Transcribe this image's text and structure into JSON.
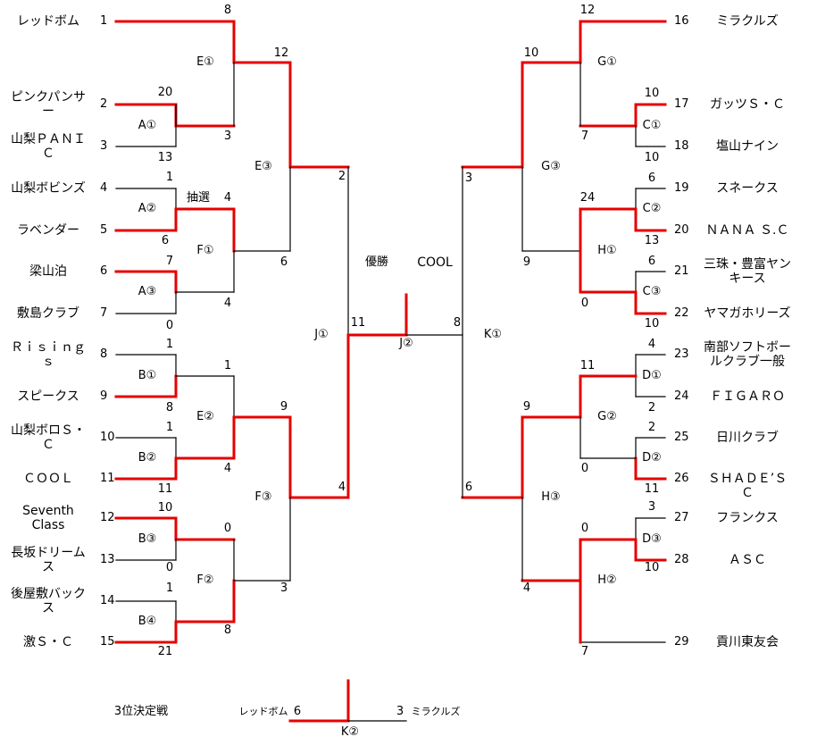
{
  "left_teams": [
    {
      "seed": "1",
      "name": "レッドボム"
    },
    {
      "seed": "2",
      "name": "ピンクパンサー"
    },
    {
      "seed": "3",
      "name": "山梨ＰＡＮＩＣ"
    },
    {
      "seed": "4",
      "name": "山梨ボビンズ"
    },
    {
      "seed": "5",
      "name": "ラベンダー"
    },
    {
      "seed": "6",
      "name": "梁山泊"
    },
    {
      "seed": "7",
      "name": "敷島クラブ"
    },
    {
      "seed": "8",
      "name": "Ｒｉｓｉｎｇｓ"
    },
    {
      "seed": "9",
      "name": "スピークス"
    },
    {
      "seed": "10",
      "name": "山梨ボロＳ・Ｃ"
    },
    {
      "seed": "11",
      "name": "ＣＯＯＬ"
    },
    {
      "seed": "12",
      "name": "Seventh Class"
    },
    {
      "seed": "13",
      "name": "長坂ドリームス"
    },
    {
      "seed": "14",
      "name": "後屋敷バックス"
    },
    {
      "seed": "15",
      "name": "激Ｓ・Ｃ"
    }
  ],
  "right_teams": [
    {
      "seed": "16",
      "name": "ミラクルズ"
    },
    {
      "seed": "17",
      "name": "ガッツＳ・Ｃ"
    },
    {
      "seed": "18",
      "name": "塩山ナイン"
    },
    {
      "seed": "19",
      "name": "スネークス"
    },
    {
      "seed": "20",
      "name": "ＮＡＮＡ Ｓ.Ｃ"
    },
    {
      "seed": "21",
      "name": "三珠・豊富ヤンキース"
    },
    {
      "seed": "22",
      "name": "ヤマガホリーズ"
    },
    {
      "seed": "23",
      "name": "南部ソフトボールクラブ一般"
    },
    {
      "seed": "24",
      "name": "ＦＩＧＡＲＯ"
    },
    {
      "seed": "25",
      "name": "日川クラブ"
    },
    {
      "seed": "26",
      "name": "ＳＨＡＤＥ’ＳＣ"
    },
    {
      "seed": "27",
      "name": "フランクス"
    },
    {
      "seed": "28",
      "name": "ＡＳＣ"
    },
    {
      "seed": "29",
      "name": "貢川東友会"
    }
  ],
  "matches": {
    "A1": {
      "label": "A①",
      "top_score": "20",
      "bottom_score": "13"
    },
    "A2": {
      "label": "A②",
      "top_score": "1",
      "bottom_score": "6",
      "note": "抽選"
    },
    "A3": {
      "label": "A③",
      "top_score": "7",
      "bottom_score": "0"
    },
    "B1": {
      "label": "B①",
      "top_score": "1",
      "bottom_score": "8"
    },
    "B2": {
      "label": "B②",
      "top_score": "1",
      "bottom_score": "11"
    },
    "B3": {
      "label": "B③",
      "top_score": "10",
      "bottom_score": "0"
    },
    "B4": {
      "label": "B④",
      "top_score": "1",
      "bottom_score": "21"
    },
    "E1": {
      "label": "E①",
      "top_score": "8",
      "bottom_score": "3"
    },
    "F1": {
      "label": "F①",
      "top_score": "4",
      "bottom_score": "4"
    },
    "E2": {
      "label": "E②",
      "top_score": "1",
      "bottom_score": "4"
    },
    "F2": {
      "label": "F②",
      "top_score": "0",
      "bottom_score": "8"
    },
    "E3": {
      "label": "E③",
      "top_score": "12",
      "bottom_score": "6"
    },
    "F3": {
      "label": "F③",
      "top_score": "9",
      "bottom_score": "3"
    },
    "J1": {
      "label": "J①",
      "top_score": "2",
      "bottom_score": "4"
    },
    "C1": {
      "label": "C①",
      "top_score": "10",
      "bottom_score": "10"
    },
    "C2": {
      "label": "C②",
      "top_score": "6",
      "bottom_score": "13"
    },
    "C3": {
      "label": "C③",
      "top_score": "6",
      "bottom_score": "10"
    },
    "D1": {
      "label": "D①",
      "top_score": "4",
      "bottom_score": "2"
    },
    "D2": {
      "label": "D②",
      "top_score": "2",
      "bottom_score": "11"
    },
    "D3": {
      "label": "D③",
      "top_score": "3",
      "bottom_score": "10"
    },
    "G1": {
      "label": "G①",
      "top_score": "12",
      "bottom_score": "7"
    },
    "H1": {
      "label": "H①",
      "top_score": "24",
      "bottom_score": "0"
    },
    "G2": {
      "label": "G②",
      "top_score": "11",
      "bottom_score": "0"
    },
    "H2": {
      "label": "H②",
      "top_score": "0",
      "bottom_score": "7"
    },
    "G3": {
      "label": "G③",
      "top_score": "10",
      "bottom_score": "9"
    },
    "H3": {
      "label": "H③",
      "top_score": "9",
      "bottom_score": "4"
    },
    "K1": {
      "label": "K①",
      "top_score": "3",
      "bottom_score": "6"
    },
    "J2": {
      "label": "J②",
      "left_score": "11",
      "right_score": "8"
    },
    "K2": {
      "label": "K②",
      "left_team": "レッドボム",
      "left_score": "6",
      "right_score": "3",
      "right_team": "ミラクルズ"
    }
  },
  "champion": {
    "label": "優勝",
    "team": "COOL"
  },
  "third_place": {
    "label": "3位決定戦"
  },
  "colors": {
    "winner_line": "#e60000",
    "loser_line": "#000000",
    "background": "#ffffff"
  }
}
